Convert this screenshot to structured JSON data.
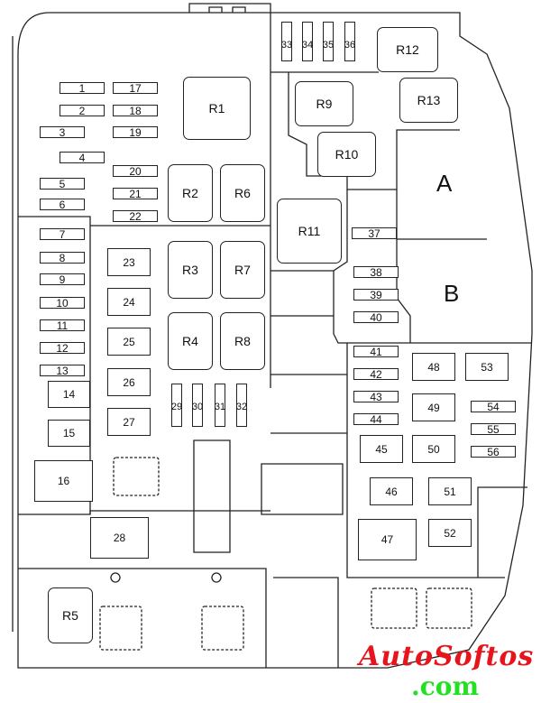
{
  "fuses": {
    "f1": "1",
    "f2": "2",
    "f3": "3",
    "f4": "4",
    "f5": "5",
    "f6": "6",
    "f7": "7",
    "f8": "8",
    "f9": "9",
    "f10": "10",
    "f11": "11",
    "f12": "12",
    "f13": "13",
    "f14": "14",
    "f15": "15",
    "f16": "16",
    "f17": "17",
    "f18": "18",
    "f19": "19",
    "f20": "20",
    "f21": "21",
    "f22": "22",
    "f23": "23",
    "f24": "24",
    "f25": "25",
    "f26": "26",
    "f27": "27",
    "f28": "28",
    "f29": "29",
    "f30": "30",
    "f31": "31",
    "f32": "32",
    "f33": "33",
    "f34": "34",
    "f35": "35",
    "f36": "36",
    "f37": "37",
    "f38": "38",
    "f39": "39",
    "f40": "40",
    "f41": "41",
    "f42": "42",
    "f43": "43",
    "f44": "44",
    "f45": "45",
    "f46": "46",
    "f47": "47",
    "f48": "48",
    "f49": "49",
    "f50": "50",
    "f51": "51",
    "f52": "52",
    "f53": "53",
    "f54": "54",
    "f55": "55",
    "f56": "56"
  },
  "relays": {
    "R1": "R1",
    "R2": "R2",
    "R3": "R3",
    "R4": "R4",
    "R5": "R5",
    "R6": "R6",
    "R7": "R7",
    "R8": "R8",
    "R9": "R9",
    "R10": "R10",
    "R11": "R11",
    "R12": "R12",
    "R13": "R13"
  },
  "blocks": {
    "A": "A",
    "B": "B"
  },
  "watermark": {
    "brand": "AutoSoftos",
    "domain": ".com"
  }
}
